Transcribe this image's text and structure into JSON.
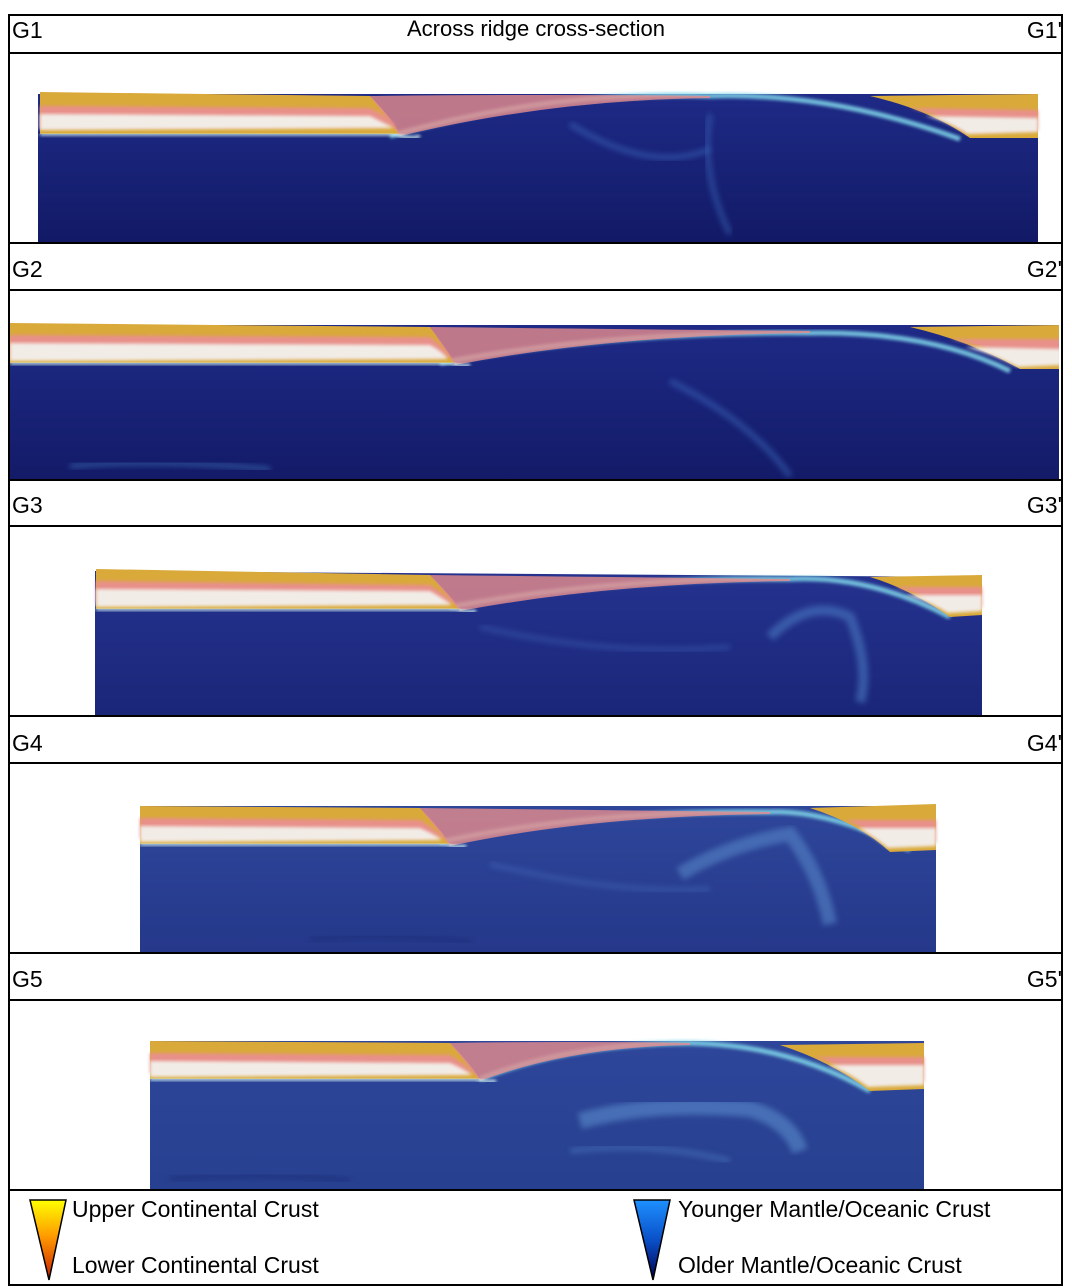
{
  "title": "Across ridge cross-section",
  "sections": [
    {
      "left": "G1",
      "right": "G1'"
    },
    {
      "left": "G2",
      "right": "G2'"
    },
    {
      "left": "G3",
      "right": "G3'"
    },
    {
      "left": "G4",
      "right": "G4'"
    },
    {
      "left": "G5",
      "right": "G5'"
    }
  ],
  "legend": {
    "upper_continental": "Upper Continental Crust",
    "lower_continental": "Lower Continental Crust",
    "younger_mantle": "Younger Mantle/Oceanic Crust",
    "older_mantle": "Older Mantle/Oceanic Crust"
  },
  "colors": {
    "upper_crust": "#d9a93a",
    "lower_crust_pink": "#e68c8c",
    "lower_crust_pale": "#f2ece6",
    "mantle_old": "#1a2478",
    "mantle_young": "#3a8ed8",
    "legend_yellow": "#ffff00",
    "legend_red": "#c81e00",
    "legend_blue": "#1e90ff",
    "legend_navy": "#000050"
  }
}
